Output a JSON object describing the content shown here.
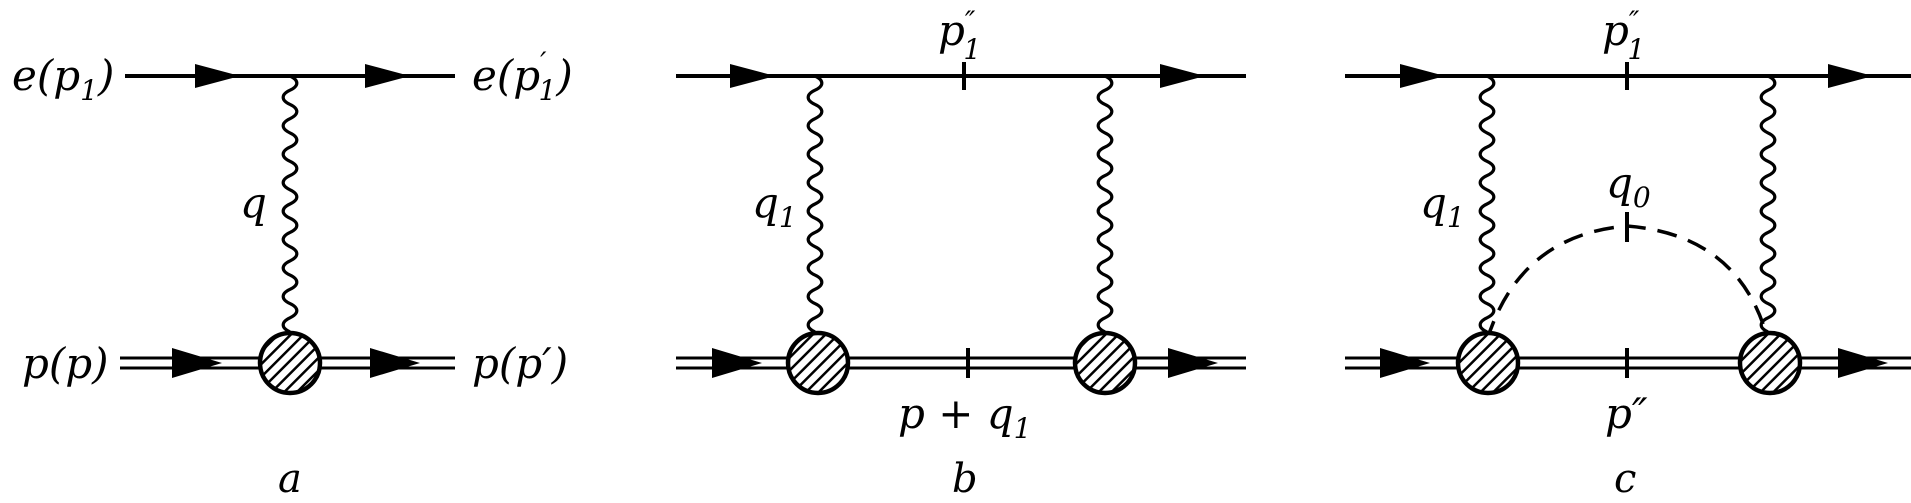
{
  "diagrams": [
    {
      "id": "a",
      "caption": "a",
      "labels": {
        "electron_in": "e(p",
        "electron_in_sub": "1",
        "electron_in_close": ")",
        "electron_out": "e(p",
        "electron_out_prime": "′",
        "electron_out_sub": "1",
        "electron_out_close": ")",
        "photon": "q",
        "proton_in": "p(p)",
        "proton_out": "p(p′)"
      }
    },
    {
      "id": "b",
      "caption": "b",
      "labels": {
        "electron_prop": "p",
        "electron_prop_prime": "″",
        "electron_prop_sub": "1",
        "photon": "q",
        "photon_sub": "1",
        "proton_prop": "p + q",
        "proton_prop_sub": "1"
      }
    },
    {
      "id": "c",
      "caption": "c",
      "labels": {
        "electron_prop": "p",
        "electron_prop_prime": "″",
        "electron_prop_sub": "1",
        "photon": "q",
        "photon_sub": "1",
        "scalar": "q",
        "scalar_sub": "0",
        "proton_prop": "p″"
      }
    }
  ],
  "colors": {
    "ink": "#000000",
    "background": "#ffffff"
  }
}
